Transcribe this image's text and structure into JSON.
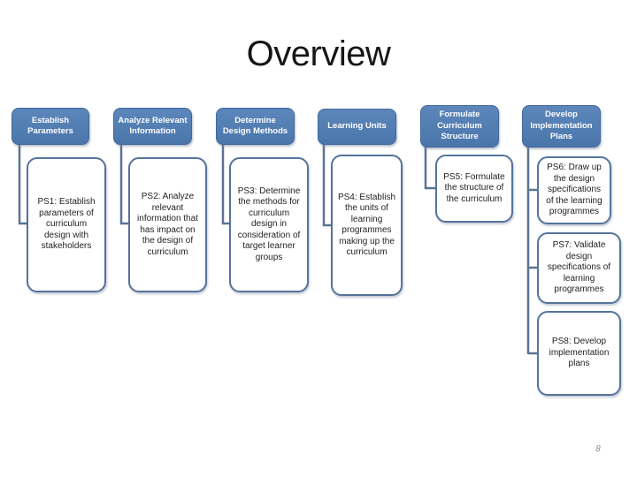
{
  "slide": {
    "title": "Overview",
    "page_number": "8"
  },
  "stages": [
    {
      "label": "Establish Parameters",
      "steps": [
        "PS1: Establish parameters of curriculum design with stakeholders"
      ]
    },
    {
      "label": "Analyze Relevant Information",
      "steps": [
        "PS2: Analyze relevant information that has impact on the design of curriculum"
      ]
    },
    {
      "label": "Determine Design Methods",
      "steps": [
        "PS3: Determine the methods for curriculum design in consideration of target learner groups"
      ]
    },
    {
      "label": "Learning Units",
      "steps": [
        "PS4: Establish the units of learning programmes making up the curriculum"
      ]
    },
    {
      "label": "Formulate Curriculum Structure",
      "steps": [
        "PS5: Formulate the structure of the curriculum"
      ]
    },
    {
      "label": "Develop Implementation Plans",
      "steps": [
        "PS6: Draw up the design specifications of the learning programmes",
        "PS7: Validate design specifications of learning programmes",
        "PS8: Develop implementation plans"
      ]
    }
  ],
  "colors": {
    "background": "#ffffff",
    "title_text": "#161616",
    "header_fill": "#4f7cb0",
    "header_border": "#40689e",
    "header_text": "#ffffff",
    "step_border": "#55739c",
    "step_fill": "#ffffff",
    "step_text": "#1f1f1f",
    "connector": "#5a7492",
    "page_number_text": "#8a8a8a"
  }
}
